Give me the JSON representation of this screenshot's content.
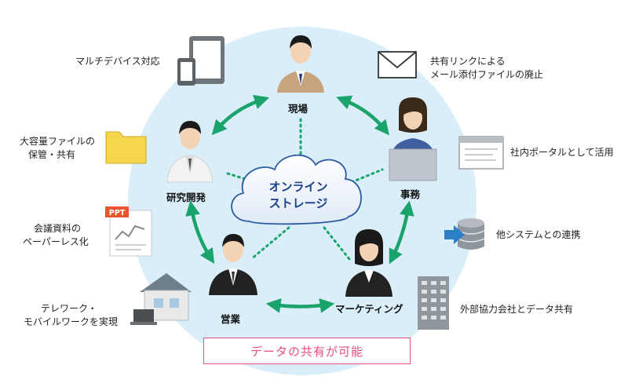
{
  "center": {
    "line1": "オンライン",
    "line2": "ストレージ"
  },
  "roles": {
    "genba": "現場",
    "jimu": "事務",
    "kenkyu": "研究開発",
    "eigyo": "営業",
    "marketing": "マーケティング"
  },
  "features": {
    "multi_device": "マルチデバイス対応",
    "large_file_1": "大容量ファイルの",
    "large_file_2": "保管・共有",
    "meeting_1": "会議資料の",
    "meeting_2": "ペーパーレス化",
    "telework_1": "テレワーク・",
    "telework_2": "モバイルワークを実現",
    "share_link_1": "共有リンクによる",
    "share_link_2": "メール添付ファイルの廃止",
    "portal": "社内ポータルとして活用",
    "system": "他システムとの連携",
    "external": "外部協力会社とデータ共有"
  },
  "ppt_badge": "PPT",
  "banner": "データの共有が可能",
  "colors": {
    "circle": "#d9eef9",
    "arrow": "#1aa36a",
    "banner": "#e94b86",
    "cloud_text": "#1b3f8c",
    "folder": "#f6d64a",
    "db_arrow": "#2a7fc7"
  }
}
